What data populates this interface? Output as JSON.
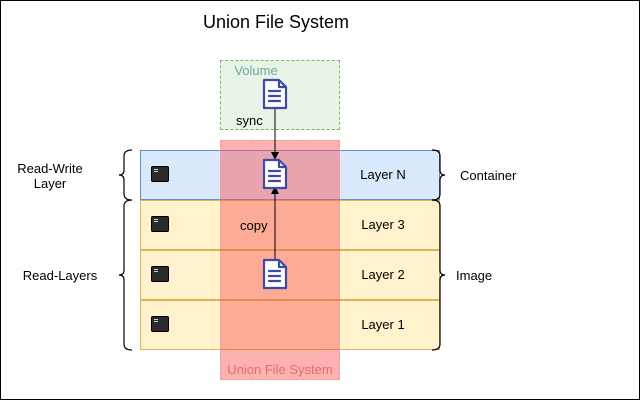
{
  "title": "Union File System",
  "volume": {
    "label": "Volume"
  },
  "union_fs": {
    "label": "Union File System"
  },
  "edges": {
    "sync": "sync",
    "copy": "copy"
  },
  "left_labels": {
    "read_write_line1": "Read-Write",
    "read_write_line2": "Layer",
    "read_layers": "Read-Layers"
  },
  "right_labels": {
    "container": "Container",
    "image": "Image"
  },
  "layers": [
    {
      "name": "Layer N",
      "kind": "read-write"
    },
    {
      "name": "Layer 3",
      "kind": "read-only"
    },
    {
      "name": "Layer 2",
      "kind": "read-only"
    },
    {
      "name": "Layer 1",
      "kind": "read-only"
    }
  ],
  "colors": {
    "read_write_fill": "#dae8fc",
    "read_only_fill": "#fff2cc",
    "volume_fill": "#e8f4e6",
    "union_fs_fill": "#f85454",
    "document_icon": "#3f4aa6"
  },
  "icons": {
    "document": "document-icon",
    "terminal": "terminal-icon"
  }
}
